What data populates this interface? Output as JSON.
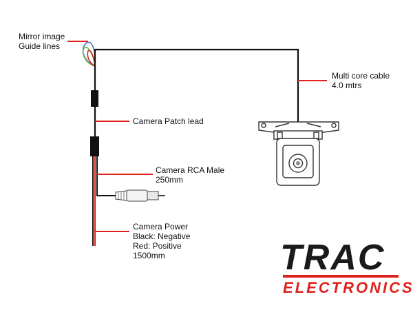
{
  "labels": {
    "mirror": [
      "Mirror image",
      "Guide lines"
    ],
    "multicore": [
      "Multi core cable",
      "4.0 mtrs"
    ],
    "patch": [
      "Camera Patch lead"
    ],
    "rca": [
      "Camera RCA Male",
      "250mm"
    ],
    "power": [
      "Camera Power",
      "Black: Negative",
      "Red: Positive",
      "1500mm"
    ]
  },
  "logo": {
    "name": "TRAC",
    "sub": "ELECTRONICS"
  },
  "colors": {
    "cable": "#111111",
    "leader": "#e0211b",
    "power_red": "#d61f1a",
    "guide_blue": "#4a72c4",
    "guide_green": "#6bb43a",
    "brand_red": "#e0211b"
  }
}
